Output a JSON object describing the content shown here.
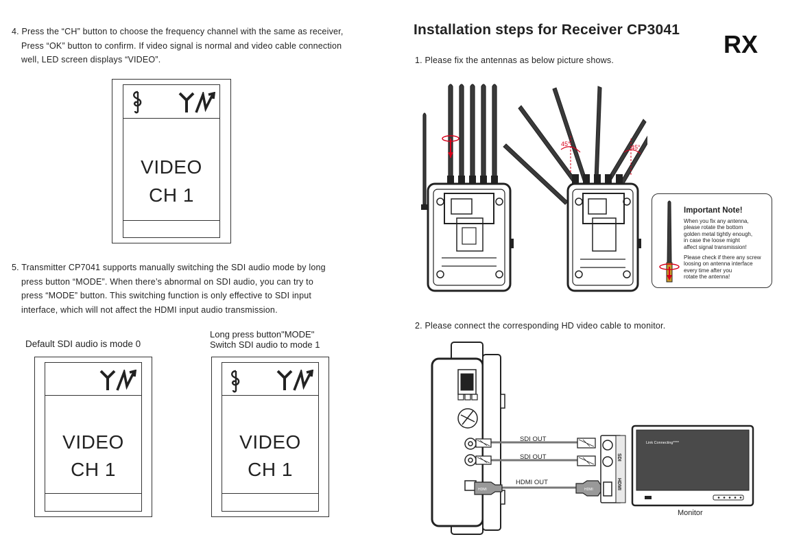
{
  "step4": {
    "lines": [
      "4. Press the “CH” button to choose the frequency channel with the same as receiver,",
      "Press “OK” button to confirm. If video signal is normal and video cable connection",
      "well, LED screen displays “VIDEO”."
    ]
  },
  "lcd_main": {
    "line1": "VIDEO",
    "line2": "CH 1"
  },
  "step5": {
    "lines": [
      "5. Transmitter CP7041 supports manually switching the SDI audio mode by long",
      "press button “MODE”. When there’s abnormal on SDI audio, you can try to",
      "press “MODE” button. This switching function is only effective to SDI input",
      "interface, which will not affect the HDMI input audio transmission."
    ]
  },
  "mode0": {
    "caption": "Default SDI audio is mode 0",
    "line1": "VIDEO",
    "line2": "CH 1"
  },
  "mode1": {
    "caption1": "Long press button\"MODE\"",
    "caption2": "Switch SDI audio to mode 1",
    "line1": "VIDEO",
    "line2": "CH 1"
  },
  "right": {
    "title": "Installation steps for Receiver CP3041",
    "badge": "RX",
    "step1": "1. Please fix the antennas as below picture shows.",
    "step2": "2. Please connect the corresponding HD video cable to monitor.",
    "angle_left": "45°",
    "angle_right": "45°"
  },
  "note": {
    "title": "Important Note!",
    "para1": [
      "When you fix any antenna,",
      "please rotate the bottom",
      "golden metal tightly enough,",
      "in case the loose might",
      "affect signal transmission!"
    ],
    "para2": [
      "Please check if there any screw",
      "loosing on antenna interface",
      "every time after you",
      "rotate the antenna!"
    ]
  },
  "connection": {
    "sdi_out_1": "SDI OUT",
    "sdi_out_2": "SDI OUT",
    "hdmi_out": "HDMI OUT",
    "panel_sdi": "SDI",
    "panel_hdmi": "HDMI",
    "plug_label_left": "HDMI",
    "plug_label_right": "HDMI",
    "monitor_screen": "Link Connecting****",
    "monitor_label": "Monitor"
  },
  "colors": {
    "accent": "#d8001a",
    "ink": "#222222",
    "device_fill": "#ffffff"
  }
}
